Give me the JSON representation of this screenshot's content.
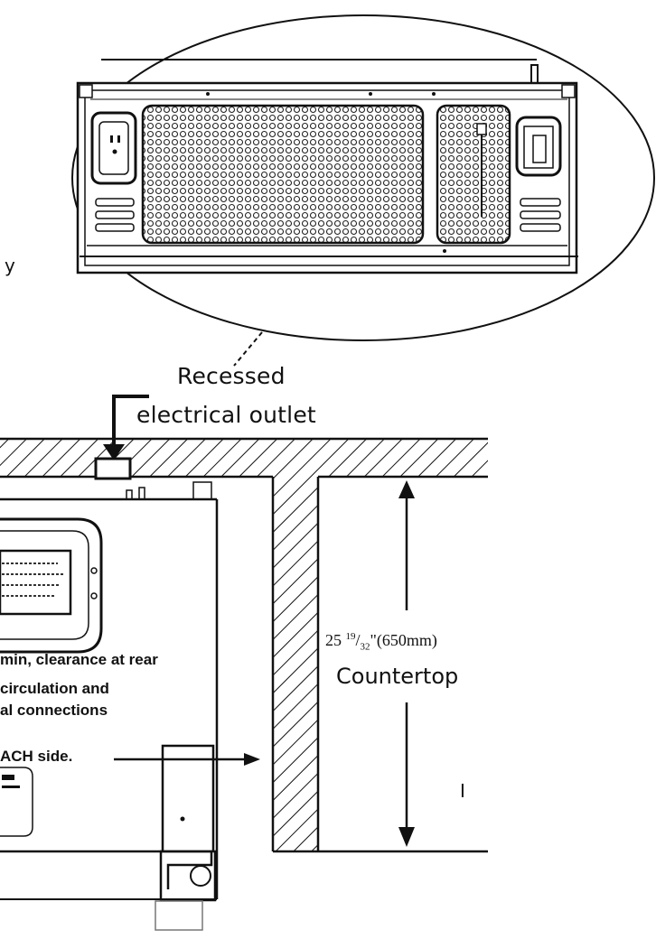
{
  "callout": {
    "line1": "Recessed",
    "line2": "electrical outlet"
  },
  "notes": {
    "clearance": "min, clearance at rear",
    "circulation": "circulation and",
    "connections": "al connections",
    "each_side": "ACH side."
  },
  "dimension": {
    "whole": "25",
    "num": "19",
    "den": "32",
    "rest": "\"(650mm)",
    "label": "Countertop"
  },
  "fragments": {
    "left_edge": "y",
    "lower_right": "I"
  },
  "colors": {
    "ink": "#111111",
    "paper": "#ffffff"
  }
}
